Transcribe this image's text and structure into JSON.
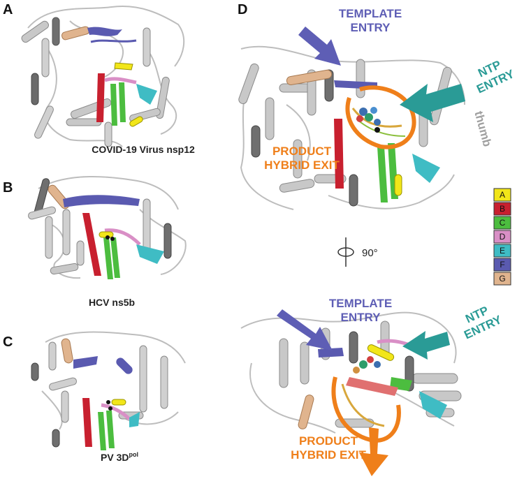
{
  "panels": {
    "a": {
      "letter": "A",
      "caption": "COVID-19 Virus nsp12"
    },
    "b": {
      "letter": "B",
      "caption": "HCV ns5b"
    },
    "c": {
      "letter": "C",
      "caption_main": "PV 3D",
      "caption_sup": "pol"
    },
    "d": {
      "letter": "D"
    }
  },
  "top_view": {
    "template_l1": "TEMPLATE",
    "template_l2": "ENTRY",
    "ntp_l1": "NTP",
    "ntp_l2": "ENTRY",
    "thumb": "thumb",
    "product_l1": "PRODUCT",
    "product_l2": "HYBRID EXIT"
  },
  "rotation": "90°",
  "bottom_view": {
    "template_l1": "TEMPLATE",
    "template_l2": "ENTRY",
    "ntp_l1": "NTP",
    "ntp_l2": "ENTRY",
    "product_l1": "PRODUCT",
    "product_l2": "HYBRID EXIT"
  },
  "legend": [
    {
      "key": "A",
      "color": "#f2e619"
    },
    {
      "key": "B",
      "color": "#c8202f"
    },
    {
      "key": "C",
      "color": "#4cbd3f"
    },
    {
      "key": "D",
      "color": "#d98fc6"
    },
    {
      "key": "E",
      "color": "#3fbcc4"
    },
    {
      "key": "F",
      "color": "#5a5ab0"
    },
    {
      "key": "G",
      "color": "#e0b48e"
    }
  ],
  "colors": {
    "template": "#5e5eb5",
    "ntp": "#2a9b96",
    "product": "#ef7f1a",
    "helix": "#c8c8c8",
    "helix_dark": "#6e6e6e"
  }
}
